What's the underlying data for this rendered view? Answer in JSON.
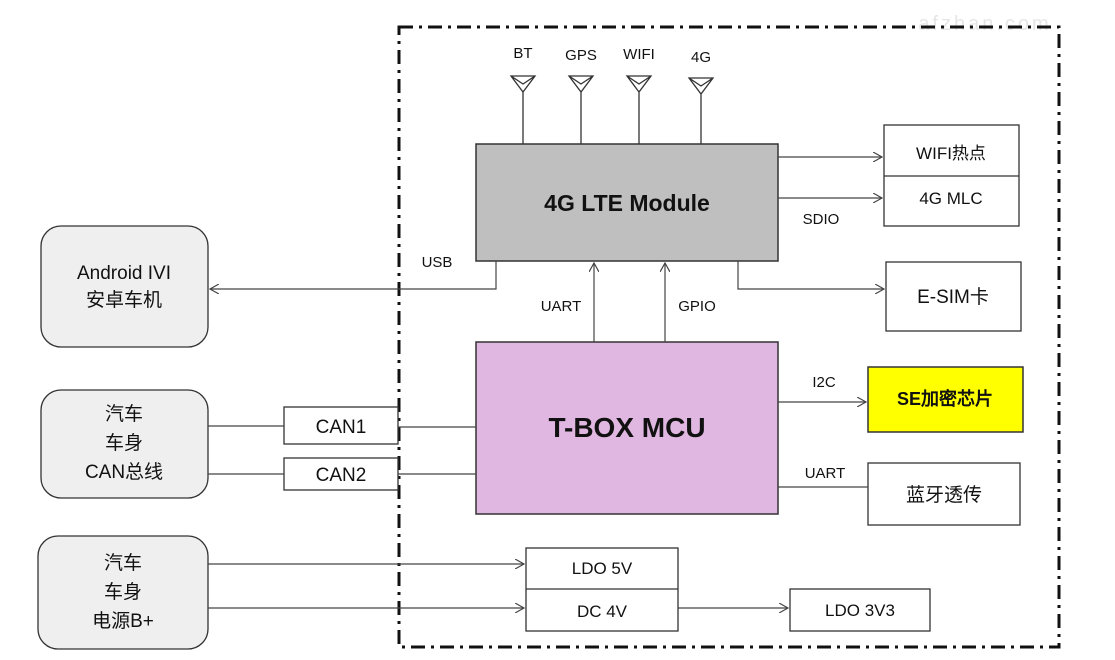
{
  "watermark": "afzhan.com",
  "antennas": [
    "BT",
    "GPS",
    "WIFI",
    "4G"
  ],
  "lte_module": {
    "label": "4G LTE Module",
    "fill": "#bfbfbf"
  },
  "mcu": {
    "label": "T-BOX MCU",
    "fill": "#e0b7e0"
  },
  "wifi_hotspot": "WIFI热点",
  "mlc": "4G MLC",
  "esim": "E-SIM卡",
  "se_chip": {
    "label": "SE加密芯片",
    "fill": "#ffff00"
  },
  "bt_passthrough": "蓝牙透传",
  "ivi": {
    "line1": "Android IVI",
    "line2": "安卓车机"
  },
  "can_bus": {
    "line1": "汽车",
    "line2": "车身",
    "line3": "CAN总线"
  },
  "power": {
    "line1": "汽车",
    "line2": "车身",
    "line3": "电源B+"
  },
  "can1": "CAN1",
  "can2": "CAN2",
  "ldo5v": "LDO 5V",
  "dc4v": "DC 4V",
  "ldo3v3": "LDO 3V3",
  "links": {
    "usb": "USB",
    "uart_top": "UART",
    "gpio": "GPIO",
    "sdio": "SDIO",
    "i2c": "I2C",
    "uart_right": "UART"
  }
}
